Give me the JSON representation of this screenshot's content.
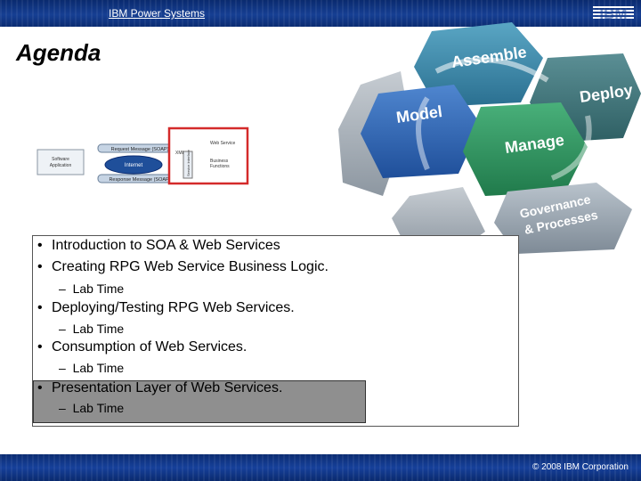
{
  "header": {
    "title": "IBM Power Systems",
    "logo_text": "IBM"
  },
  "slide": {
    "title": "Agenda"
  },
  "graphic": {
    "hexagons": [
      "Assemble",
      "Deploy",
      "Model",
      "Manage",
      "Governance",
      "& Processes"
    ]
  },
  "diagram": {
    "left_box": [
      "Software",
      "Application"
    ],
    "request": "Request Message (SOAP)",
    "internet": "Internet",
    "response": "Response Message (SOAP)",
    "xml": "XML",
    "service_interface": "Service Interface",
    "web_service": "Web Service",
    "business_functions": [
      "Business",
      "Functions"
    ]
  },
  "agenda": {
    "items": [
      {
        "text": "Introduction to SOA & Web Services"
      },
      {
        "text": "Creating RPG Web Service Business Logic.",
        "sub": "Lab Time"
      },
      {
        "text": "Deploying/Testing RPG Web Services.",
        "sub": "Lab Time"
      },
      {
        "text": "Consumption of Web Services.",
        "sub": "Lab Time"
      },
      {
        "text": "Presentation Layer of Web Services.",
        "sub": "Lab Time"
      }
    ],
    "bullet": "•",
    "dash": "–"
  },
  "footer": {
    "copyright": "© 2008 IBM Corporation"
  },
  "colors": {
    "header_blue": "#163f93",
    "deploy_teal": "#3c7d7d",
    "model_blue": "#2c5ea8",
    "manage_green": "#2f8f5a",
    "highlight_gray": "#8f8f8f"
  }
}
